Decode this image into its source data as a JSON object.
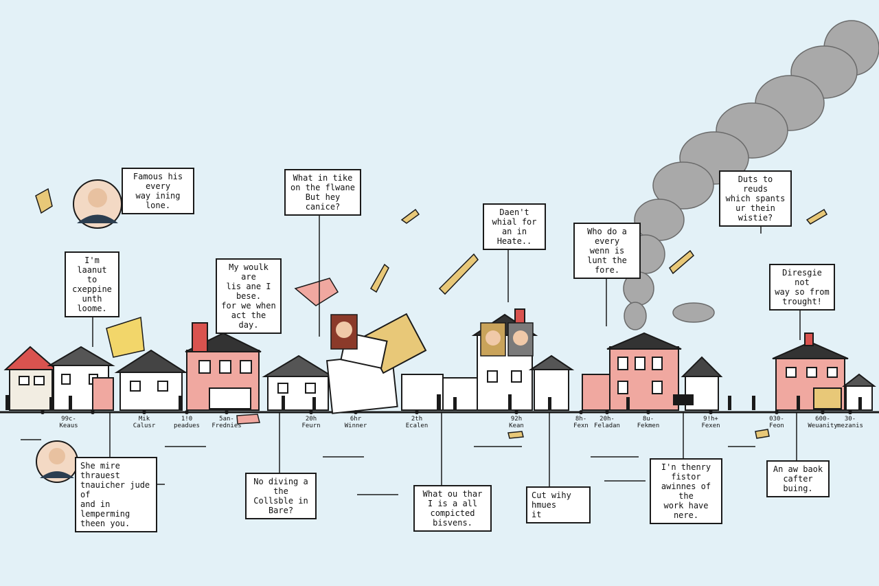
{
  "colors": {
    "background": "#e3f1f7",
    "ink": "#1a1a1a",
    "house_pink": "#f0a8a0",
    "house_red": "#d9534f",
    "house_white": "#ffffff",
    "paper_tan": "#e8c878",
    "smoke": "#9a9a9a"
  },
  "callouts_top": [
    {
      "id": "famous",
      "text": "Famous his every\nway ining lone."
    },
    {
      "id": "laanut",
      "text": "I'm laanut\nto cxeppine\nunth loome."
    },
    {
      "id": "wouk",
      "text": "My woulk are\nlis ane I bese.\nfor we when\nact the day."
    },
    {
      "id": "tike",
      "text": "What in tike\non the flwane\nBut hey canice?"
    },
    {
      "id": "daent",
      "text": "Daen't\nwhial for\nan in Heate.."
    },
    {
      "id": "wenn",
      "text": "Who do a every\nwenn is\nlunt the fore."
    },
    {
      "id": "duts",
      "text": "Duts to reuds\nwhich spants\nur thein wistie?"
    },
    {
      "id": "diresgie",
      "text": "Diresgie not\nway so from\ntrought!"
    }
  ],
  "callouts_bottom": [
    {
      "id": "mire",
      "text": "She mire thrauest\ntnauicher jude of\nand in lemperming\ntheen you."
    },
    {
      "id": "diving",
      "text": "No diving a the\nCollsble in Bare?"
    },
    {
      "id": "thar",
      "text": "What ou thar\nI is a all\ncompicted bisvens."
    },
    {
      "id": "hmues",
      "text": "Cut wihy hmues\nit"
    },
    {
      "id": "thenry",
      "text": "I'n thenry fistor\nawinnes of the\nwork have nere."
    },
    {
      "id": "baok",
      "text": "An aw baok\ncafter buing."
    }
  ],
  "timeline_labels": [
    {
      "id": "t1",
      "text": "99c-\nKeaus"
    },
    {
      "id": "t2",
      "text": "Mik\nCalusr"
    },
    {
      "id": "t3",
      "text": "1!0\npeadues"
    },
    {
      "id": "t4",
      "text": "5an-\nFrednies"
    },
    {
      "id": "t5",
      "text": "20h\nFeurn"
    },
    {
      "id": "t6",
      "text": "6hr\nWinner"
    },
    {
      "id": "t7",
      "text": "2th\nEcalen"
    },
    {
      "id": "t8",
      "text": "92h\nKean"
    },
    {
      "id": "t9",
      "text": "8h-\nFexn"
    },
    {
      "id": "t10",
      "text": "20h-\nFeladan"
    },
    {
      "id": "t11",
      "text": "8u-\nFekmen"
    },
    {
      "id": "t12",
      "text": "9!h+\nFexen"
    },
    {
      "id": "t13",
      "text": "030-\nFeon"
    },
    {
      "id": "t14",
      "text": "600-\nWeuanity"
    },
    {
      "id": "t15",
      "text": "30-\nmezanis"
    }
  ]
}
